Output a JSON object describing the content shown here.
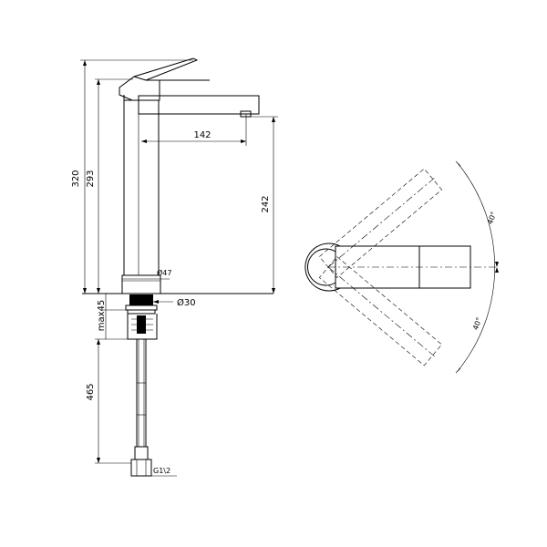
{
  "dimensions": {
    "total_height": "320",
    "spout_height": "293",
    "spout_reach": "142",
    "spout_clearance": "242",
    "base_diameter": "Ø47",
    "hole_diameter": "Ø30",
    "max_deck": "max45",
    "hose_length": "465",
    "thread": "G1\\2",
    "angle_upper": "40°",
    "angle_lower": "40°"
  }
}
